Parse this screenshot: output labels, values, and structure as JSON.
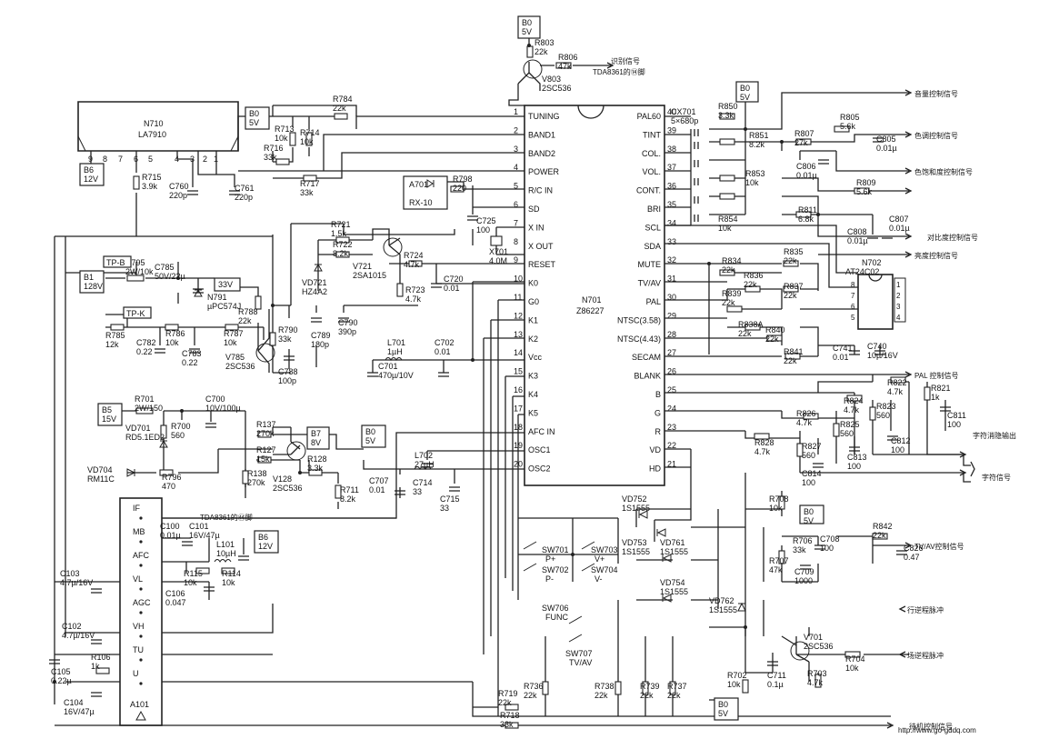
{
  "chip": {
    "name": "N701",
    "model": "Z86227",
    "left_pins": [
      {
        "n": "1",
        "label": "TUNING"
      },
      {
        "n": "2",
        "label": "BAND1"
      },
      {
        "n": "3",
        "label": "BAND2"
      },
      {
        "n": "4",
        "label": "POWER"
      },
      {
        "n": "5",
        "label": "R/C IN"
      },
      {
        "n": "6",
        "label": "SD"
      },
      {
        "n": "7",
        "label": "X IN"
      },
      {
        "n": "8",
        "label": "X OUT"
      },
      {
        "n": "9",
        "label": "RESET"
      },
      {
        "n": "10",
        "label": "K0"
      },
      {
        "n": "11",
        "label": "G0"
      },
      {
        "n": "12",
        "label": "K1"
      },
      {
        "n": "13",
        "label": "K2"
      },
      {
        "n": "14",
        "label": "Vcc"
      },
      {
        "n": "15",
        "label": "K3"
      },
      {
        "n": "16",
        "label": "K4"
      },
      {
        "n": "17",
        "label": "K5"
      },
      {
        "n": "18",
        "label": "AFC IN"
      },
      {
        "n": "19",
        "label": "OSC1"
      },
      {
        "n": "20",
        "label": "OSC2"
      }
    ],
    "right_pins": [
      {
        "n": "40",
        "label": "PAL60"
      },
      {
        "n": "39",
        "label": "TINT"
      },
      {
        "n": "38",
        "label": "COL."
      },
      {
        "n": "37",
        "label": "VOL."
      },
      {
        "n": "36",
        "label": "CONT."
      },
      {
        "n": "35",
        "label": "BRI"
      },
      {
        "n": "34",
        "label": "SCL"
      },
      {
        "n": "33",
        "label": "SDA"
      },
      {
        "n": "32",
        "label": "MUTE"
      },
      {
        "n": "31",
        "label": "TV/AV"
      },
      {
        "n": "30",
        "label": "PAL"
      },
      {
        "n": "29",
        "label": "NTSC(3.58)"
      },
      {
        "n": "28",
        "label": "NTSC(4.43)"
      },
      {
        "n": "27",
        "label": "SECAM"
      },
      {
        "n": "26",
        "label": "BLANK"
      },
      {
        "n": "25",
        "label": "B"
      },
      {
        "n": "24",
        "label": "G"
      },
      {
        "n": "23",
        "label": "R"
      },
      {
        "n": "22",
        "label": "VD"
      },
      {
        "n": "21",
        "label": "HD"
      }
    ]
  },
  "n710": {
    "name": "N710",
    "model": "LA7910",
    "pins": [
      "9",
      "8",
      "7",
      "6",
      "5",
      "4",
      "3",
      "2",
      "1"
    ]
  },
  "eeprom": {
    "name": "N702",
    "model": "AT24C02",
    "left_pins": [
      "8",
      "7",
      "6",
      "5"
    ],
    "right_pins": [
      "1",
      "2",
      "3",
      "4"
    ]
  },
  "tuner": {
    "name": "A101",
    "pins": [
      "IF",
      "MB",
      "AFC",
      "VL",
      "AGC",
      "VH",
      "TU",
      "U"
    ]
  },
  "ir": {
    "name": "A701",
    "model": "RX-10"
  },
  "power_tags": [
    {
      "id": "b0-top",
      "l1": "B0",
      "l2": "5V"
    },
    {
      "id": "b0-left",
      "l1": "B0",
      "l2": "5V"
    },
    {
      "id": "b6-left",
      "l1": "B6",
      "l2": "12V"
    },
    {
      "id": "b1",
      "l1": "B1",
      "l2": "128V"
    },
    {
      "id": "v33",
      "l1": "33V",
      "l2": ""
    },
    {
      "id": "b5",
      "l1": "B5",
      "l2": "15V"
    },
    {
      "id": "b7",
      "l1": "B7",
      "l2": "8V"
    },
    {
      "id": "b0-mid",
      "l1": "B0",
      "l2": "5V"
    },
    {
      "id": "b6-tuner",
      "l1": "B6",
      "l2": "12V"
    },
    {
      "id": "b0-right",
      "l1": "B0",
      "l2": "5V"
    },
    {
      "id": "b0-sw",
      "l1": "B0",
      "l2": "5V"
    },
    {
      "id": "b0-bot",
      "l1": "B0",
      "l2": "5V"
    }
  ],
  "test_points": [
    "TP-B",
    "TP-K"
  ],
  "labels": [
    {
      "id": "R803",
      "text": "R803",
      "sub": "22k"
    },
    {
      "id": "R806",
      "text": "R806",
      "sub": "47k"
    },
    {
      "id": "V803",
      "text": "V803",
      "sub": "2SC536"
    },
    {
      "id": "R784",
      "text": "R784",
      "sub": "22k"
    },
    {
      "id": "R713",
      "text": "R713",
      "sub": "10k"
    },
    {
      "id": "R714",
      "text": "R714",
      "sub": "10k"
    },
    {
      "id": "R716",
      "text": "R716",
      "sub": "33k"
    },
    {
      "id": "R717",
      "text": "R717",
      "sub": "33k"
    },
    {
      "id": "R715",
      "text": "R715",
      "sub": "3.9k"
    },
    {
      "id": "C760",
      "text": "C760",
      "sub": "220p"
    },
    {
      "id": "C761",
      "text": "C761",
      "sub": "220p"
    },
    {
      "id": "R798",
      "text": "R798",
      "sub": "220"
    },
    {
      "id": "C725",
      "text": "C725",
      "sub": "100"
    },
    {
      "id": "X701",
      "text": "X701",
      "sub": "4.0M"
    },
    {
      "id": "R721",
      "text": "R721",
      "sub": "1.5k"
    },
    {
      "id": "R722",
      "text": "R722",
      "sub": "8.2k"
    },
    {
      "id": "V721",
      "text": "V721",
      "sub": "2SA1015"
    },
    {
      "id": "VD721",
      "text": "VD721",
      "sub": "HZ4A2"
    },
    {
      "id": "R724",
      "text": "R724",
      "sub": "4.7k"
    },
    {
      "id": "R723",
      "text": "R723",
      "sub": "4.7k"
    },
    {
      "id": "C720",
      "text": "C720",
      "sub": "0.01"
    },
    {
      "id": "R795",
      "text": "R795",
      "sub": "2W/10k"
    },
    {
      "id": "C785",
      "text": "C785",
      "sub": "50V/22µ"
    },
    {
      "id": "N791",
      "text": "N791",
      "sub": "µPC574J"
    },
    {
      "id": "R788",
      "text": "R788",
      "sub": "22k"
    },
    {
      "id": "R785",
      "text": "R785",
      "sub": "12k"
    },
    {
      "id": "C782",
      "text": "C782",
      "sub": "0.22"
    },
    {
      "id": "R786",
      "text": "R786",
      "sub": "10k"
    },
    {
      "id": "C783",
      "text": "C783",
      "sub": "0.22"
    },
    {
      "id": "R787",
      "text": "R787",
      "sub": "10k"
    },
    {
      "id": "V785",
      "text": "V785",
      "sub": "2SC536"
    },
    {
      "id": "R790",
      "text": "R790",
      "sub": "33k"
    },
    {
      "id": "C788",
      "text": "C788",
      "sub": "100p"
    },
    {
      "id": "C789",
      "text": "C789",
      "sub": "180p"
    },
    {
      "id": "C790",
      "text": "C790",
      "sub": "390p"
    },
    {
      "id": "L701",
      "text": "L701",
      "sub": "1µH"
    },
    {
      "id": "C701",
      "text": "C701",
      "sub": "470µ/10V"
    },
    {
      "id": "C702",
      "text": "C702",
      "sub": "0.01"
    },
    {
      "id": "R701",
      "text": "R701",
      "sub": "2W/150"
    },
    {
      "id": "C700",
      "text": "C700",
      "sub": "10V/100µ"
    },
    {
      "id": "VD701",
      "text": "VD701",
      "sub": "RD5.1ED2"
    },
    {
      "id": "R700",
      "text": "R700",
      "sub": "560"
    },
    {
      "id": "VD704",
      "text": "VD704",
      "sub": "RM11C"
    },
    {
      "id": "R796",
      "text": "R796",
      "sub": "470"
    },
    {
      "id": "R137",
      "text": "R137",
      "sub": "270k"
    },
    {
      "id": "R127",
      "text": "R127",
      "sub": "15k"
    },
    {
      "id": "R138",
      "text": "R138",
      "sub": "270k"
    },
    {
      "id": "V128",
      "text": "V128",
      "sub": "2SC536"
    },
    {
      "id": "R128",
      "text": "R128",
      "sub": "3.3k"
    },
    {
      "id": "R711",
      "text": "R711",
      "sub": "8.2k"
    },
    {
      "id": "C707",
      "text": "C707",
      "sub": "0.01"
    },
    {
      "id": "L702",
      "text": "L702",
      "sub": "27µH"
    },
    {
      "id": "C714",
      "text": "C714",
      "sub": "33"
    },
    {
      "id": "C715",
      "text": "C715",
      "sub": "33"
    },
    {
      "id": "C100",
      "text": "C100",
      "sub": "0.01µ"
    },
    {
      "id": "C101",
      "text": "C101",
      "sub": "16V/47µ"
    },
    {
      "id": "L101",
      "text": "L101",
      "sub": "10µH"
    },
    {
      "id": "R115",
      "text": "R115",
      "sub": "10k"
    },
    {
      "id": "R114",
      "text": "R114",
      "sub": "10k"
    },
    {
      "id": "C103",
      "text": "C103",
      "sub": "4.7µ/16V"
    },
    {
      "id": "C106",
      "text": "C106",
      "sub": "0.047"
    },
    {
      "id": "C102",
      "text": "C102",
      "sub": "4.7µ/16V"
    },
    {
      "id": "R106",
      "text": "R106",
      "sub": "1k"
    },
    {
      "id": "C105",
      "text": "C105",
      "sub": "0.22µ"
    },
    {
      "id": "C104",
      "text": "C104",
      "sub": "16V/47µ"
    },
    {
      "id": "R719",
      "text": "R719",
      "sub": "22k"
    },
    {
      "id": "R718",
      "text": "R718",
      "sub": "33k"
    },
    {
      "id": "R736",
      "text": "R736",
      "sub": "22k"
    },
    {
      "id": "R738",
      "text": "R738",
      "sub": "22k"
    },
    {
      "id": "R739",
      "text": "R739",
      "sub": "22k"
    },
    {
      "id": "R737",
      "text": "R737",
      "sub": "22k"
    },
    {
      "id": "R702",
      "text": "R702",
      "sub": "10k"
    },
    {
      "id": "C711",
      "text": "C711",
      "sub": "0.1µ"
    },
    {
      "id": "V701",
      "text": "V701",
      "sub": "2SC536"
    },
    {
      "id": "R703",
      "text": "R703",
      "sub": "4.7k"
    },
    {
      "id": "R704",
      "text": "R704",
      "sub": "10k"
    },
    {
      "id": "R850",
      "text": "R850",
      "sub": "3.3k"
    },
    {
      "id": "CX701",
      "text": "CX701",
      "sub": "5×680p"
    },
    {
      "id": "R851",
      "text": "R851",
      "sub": "8.2k"
    },
    {
      "id": "R853",
      "text": "R853",
      "sub": "10k"
    },
    {
      "id": "R854",
      "text": "R854",
      "sub": "10k"
    },
    {
      "id": "R805",
      "text": "R805",
      "sub": "5.6k"
    },
    {
      "id": "C805",
      "text": "C805",
      "sub": "0.01µ"
    },
    {
      "id": "R807",
      "text": "R807",
      "sub": "27k"
    },
    {
      "id": "C806",
      "text": "C806",
      "sub": "0.01µ"
    },
    {
      "id": "R809",
      "text": "R809",
      "sub": "5.6k"
    },
    {
      "id": "R811",
      "text": "R811",
      "sub": "6.8k"
    },
    {
      "id": "C807",
      "text": "C807",
      "sub": "0.01µ"
    },
    {
      "id": "C808",
      "text": "C808",
      "sub": "0.01µ"
    },
    {
      "id": "R834",
      "text": "R834",
      "sub": "22k"
    },
    {
      "id": "R835",
      "text": "R835",
      "sub": "22k"
    },
    {
      "id": "R836",
      "text": "R836",
      "sub": "22k"
    },
    {
      "id": "R837",
      "text": "R837",
      "sub": "22k"
    },
    {
      "id": "R839",
      "text": "R839",
      "sub": "22k"
    },
    {
      "id": "R838A",
      "text": "R838A",
      "sub": "22k"
    },
    {
      "id": "R840",
      "text": "R840",
      "sub": "22k"
    },
    {
      "id": "R841",
      "text": "R841",
      "sub": "22k"
    },
    {
      "id": "C741",
      "text": "C741",
      "sub": "0.01"
    },
    {
      "id": "C740",
      "text": "C740",
      "sub": "10µ/16V"
    },
    {
      "id": "R822",
      "text": "R822",
      "sub": "4.7k"
    },
    {
      "id": "R821",
      "text": "R821",
      "sub": "1k"
    },
    {
      "id": "C811",
      "text": "C811",
      "sub": "100"
    },
    {
      "id": "R824",
      "text": "R824",
      "sub": "4.7k"
    },
    {
      "id": "R823",
      "text": "R823",
      "sub": "560"
    },
    {
      "id": "C812",
      "text": "C812",
      "sub": "100"
    },
    {
      "id": "R826",
      "text": "R826",
      "sub": "4.7k"
    },
    {
      "id": "R825",
      "text": "R825",
      "sub": "560"
    },
    {
      "id": "C813",
      "text": "C813",
      "sub": "100"
    },
    {
      "id": "R828",
      "text": "R828",
      "sub": "4.7k"
    },
    {
      "id": "R827",
      "text": "R827",
      "sub": "560"
    },
    {
      "id": "C814",
      "text": "C814",
      "sub": "100"
    },
    {
      "id": "R708",
      "text": "R708",
      "sub": "10k"
    },
    {
      "id": "R842",
      "text": "R842",
      "sub": "22k"
    },
    {
      "id": "R706",
      "text": "R706",
      "sub": "33k"
    },
    {
      "id": "C708",
      "text": "C708",
      "sub": "100"
    },
    {
      "id": "C826",
      "text": "C826",
      "sub": "0.47"
    },
    {
      "id": "R707",
      "text": "R707",
      "sub": "47k"
    },
    {
      "id": "C709",
      "text": "C709",
      "sub": "1000"
    },
    {
      "id": "VD752",
      "text": "VD752",
      "sub": "1S1555"
    },
    {
      "id": "VD753",
      "text": "VD753",
      "sub": "1S1555"
    },
    {
      "id": "VD761",
      "text": "VD761",
      "sub": "1S1555"
    },
    {
      "id": "VD754",
      "text": "VD754",
      "sub": "1S1555"
    },
    {
      "id": "VD762",
      "text": "VD762",
      "sub": "1S1555"
    }
  ],
  "switches": [
    {
      "id": "SW701",
      "text": "SW701",
      "sub": "P+"
    },
    {
      "id": "SW702",
      "text": "SW702",
      "sub": "P-"
    },
    {
      "id": "SW703",
      "text": "SW703",
      "sub": "V+"
    },
    {
      "id": "SW704",
      "text": "SW704",
      "sub": "V-"
    },
    {
      "id": "SW706",
      "text": "SW706",
      "sub": "FUNC"
    },
    {
      "id": "SW707",
      "text": "SW707",
      "sub": "TV/AV"
    }
  ],
  "signals": {
    "ident": "识别信号",
    "tda14": "TDA8361的⑭脚",
    "tda44": "TDA8361的㊹脚",
    "volume": "音量控制信号",
    "tint": "色调控制信号",
    "color": "色饱和度控制信号",
    "contrast": "对比度控制信号",
    "bright": "亮度控制信号",
    "pal": "PAL 控制信号",
    "blank": "字符消隐输出",
    "char": "字符信号",
    "tvav": "TV/AV控制信号",
    "hflyback": "行逆程脉冲",
    "vflyback": "场逆程脉冲",
    "standby": "待机控制信号",
    "url": "http://www.go-gddq.com"
  }
}
